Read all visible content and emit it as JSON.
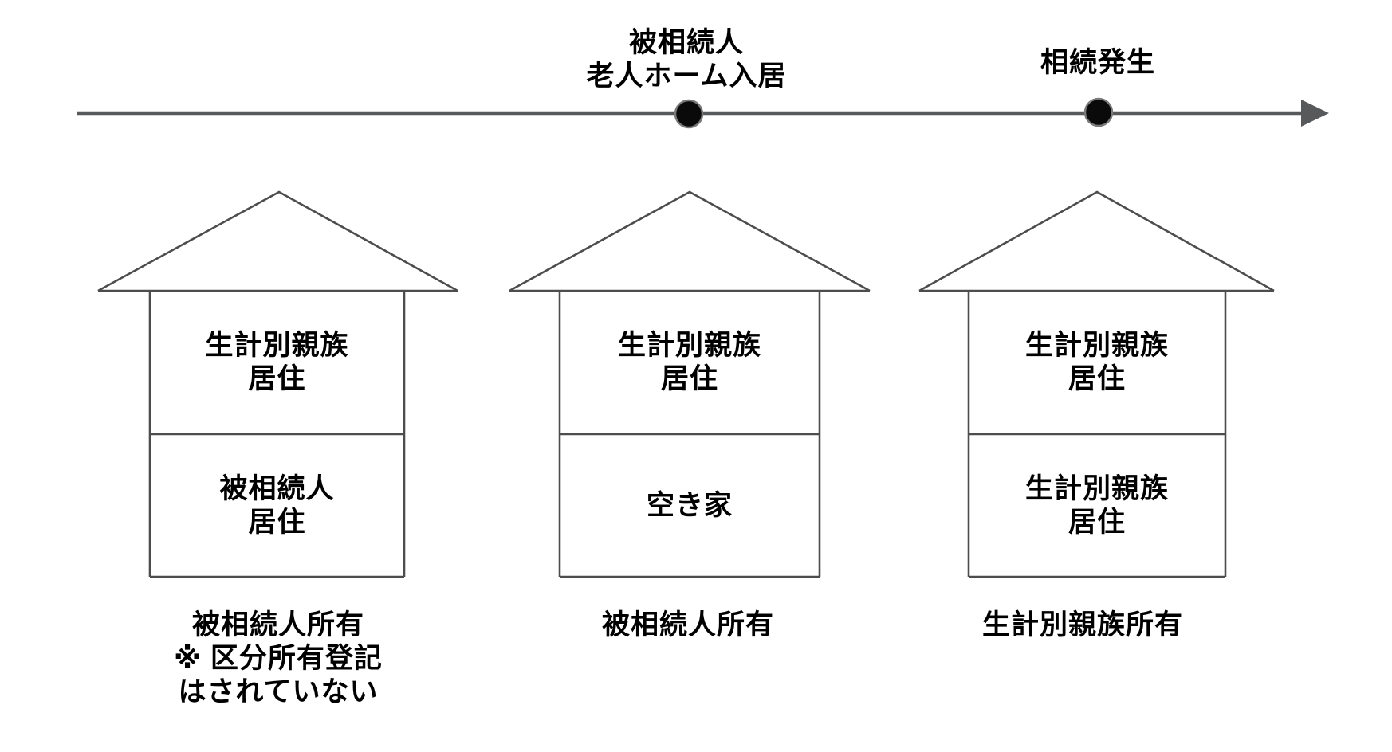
{
  "diagram": {
    "timeline": {
      "event1_label": "被相続人\n老人ホーム入居",
      "event2_label": "相続発生"
    },
    "houses": [
      {
        "upper_floor": "生計別親族\n居住",
        "lower_floor": "被相続人\n居住",
        "owner_caption": "被相続人所有\n※ 区分所有登記\nはされていない"
      },
      {
        "upper_floor": "生計別親族\n居住",
        "lower_floor": "空き家",
        "owner_caption": "被相続人所有"
      },
      {
        "upper_floor": "生計別親族\n居住",
        "lower_floor": "生計別親族\n居住",
        "owner_caption": "生計別親族所有"
      }
    ],
    "colors": {
      "background": "#ffffff",
      "line": "#4d4d4d",
      "timeline": "#58595b",
      "marker": "#0a0a0a",
      "text": "#000000"
    }
  }
}
